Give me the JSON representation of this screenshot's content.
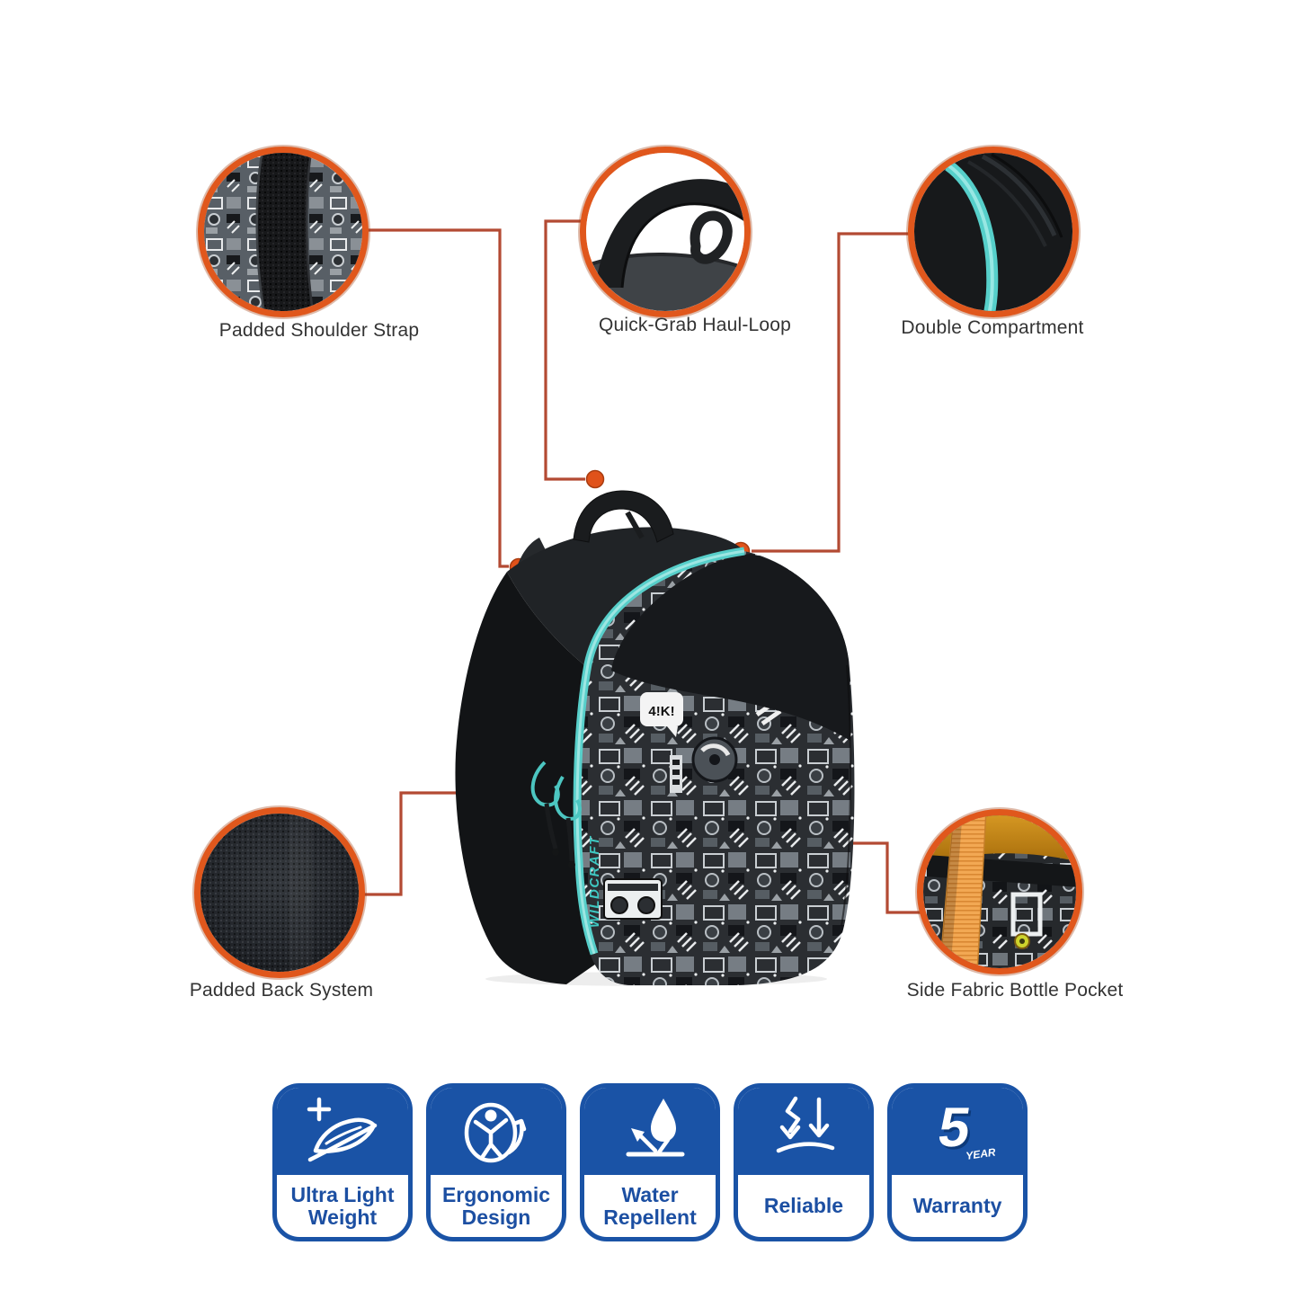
{
  "callouts": [
    {
      "id": "shoulder-strap",
      "label": "Padded Shoulder Strap"
    },
    {
      "id": "haul-loop",
      "label": "Quick-Grab Haul-Loop"
    },
    {
      "id": "double-compartment",
      "label": "Double Compartment"
    },
    {
      "id": "back-system",
      "label": "Padded Back System"
    },
    {
      "id": "bottle-pocket",
      "label": "Side Fabric Bottle Pocket"
    }
  ],
  "product": {
    "brand_on_bag": "WILDCRAFT",
    "front_print_text": "4!K!"
  },
  "badges": [
    {
      "id": "ultra-light-weight",
      "icon": "feather-plus-icon",
      "line1": "Ultra Light",
      "line2": "Weight"
    },
    {
      "id": "ergonomic-design",
      "icon": "person-rotate-icon",
      "line1": "Ergonomic",
      "line2": "Design"
    },
    {
      "id": "water-repellent",
      "icon": "water-drop-icon",
      "line1": "Water",
      "line2": "Repellent"
    },
    {
      "id": "reliable",
      "icon": "impact-arrows-icon",
      "line1": "Reliable",
      "line2": ""
    },
    {
      "id": "warranty",
      "icon": "five-year-icon",
      "line1": "Warranty",
      "line2": ""
    }
  ],
  "warranty_icon": {
    "number": "5",
    "unit": "YEAR"
  },
  "colors": {
    "circle_ring_orange": "#e0571c",
    "callout_line_red": "#b34a33",
    "dot_orange": "#e0521a",
    "badge_blue": "#1a53a6",
    "badge_text_blue": "#1c4fa2",
    "zipper_teal": "#57cfca",
    "label_text": "#333333"
  }
}
